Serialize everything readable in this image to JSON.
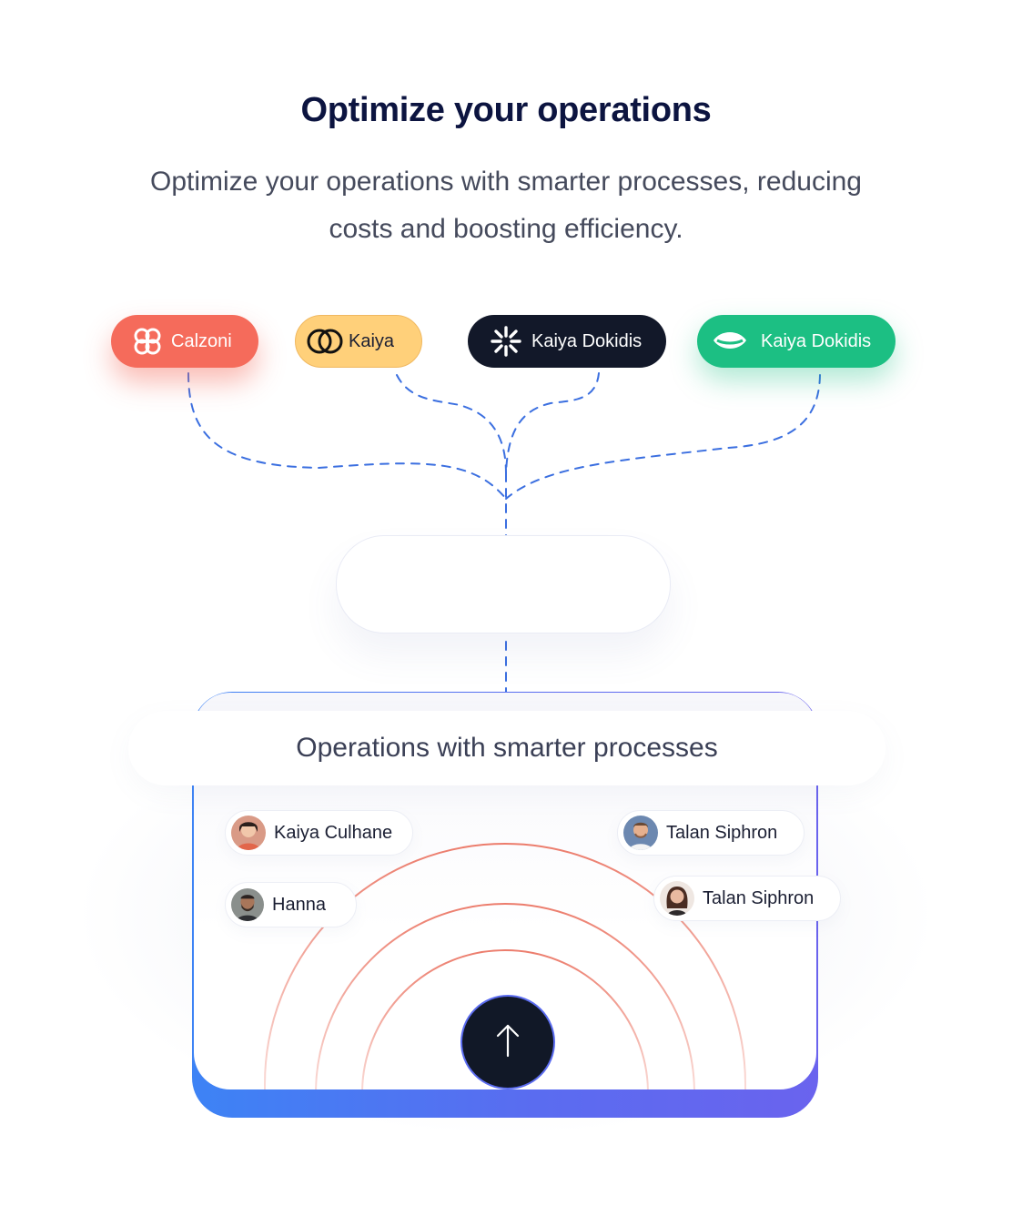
{
  "header": {
    "title": "Optimize your operations",
    "subtitle": "Optimize your operations with smarter processes, reducing costs and boosting efficiency."
  },
  "integrations": [
    {
      "label": "Calzoni",
      "icon": "calzoni-flower-icon",
      "color": "#f56b5b"
    },
    {
      "label": "Kaiya",
      "icon": "kaiya-rings-icon",
      "color": "#ffd07a"
    },
    {
      "label": "Kaiya Dokidis",
      "icon": "starburst-icon",
      "color": "#121829"
    },
    {
      "label": "Kaiya Dokidis",
      "icon": "eye-logo-icon",
      "color": "#1cbf83"
    }
  ],
  "panel": {
    "banner": "Operations with smarter processes",
    "people": [
      {
        "name": "Kaiya Culhane",
        "icon": "avatar"
      },
      {
        "name": "Hanna",
        "icon": "avatar"
      },
      {
        "name": "Talan Siphron",
        "icon": "avatar"
      },
      {
        "name": "Talan Siphron",
        "icon": "avatar"
      }
    ],
    "action_icon": "arrow-up-icon",
    "accent_gradient": [
      "#3d83f5",
      "#6a63ee"
    ],
    "arc_color": "#f08a7a",
    "connector_color": "#3b6fe0"
  }
}
